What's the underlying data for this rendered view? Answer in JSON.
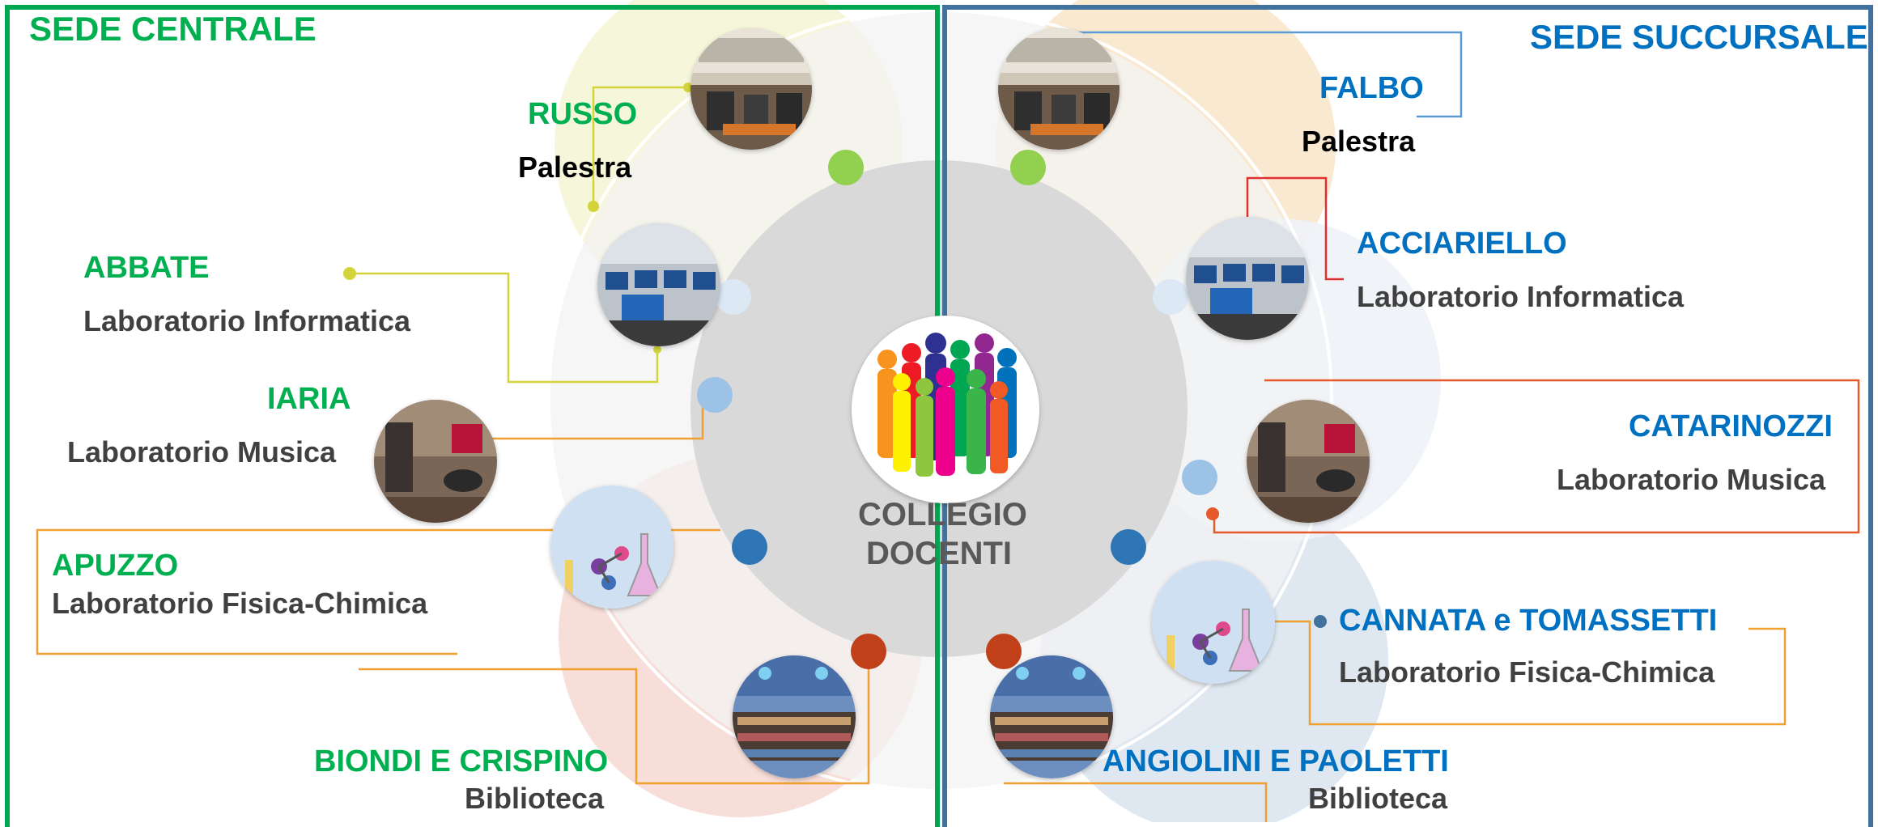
{
  "colors": {
    "green": "#00b050",
    "blue": "#0070c0",
    "left_frame": "#00a651",
    "right_frame": "#41719c",
    "yellow_line": "#d4d43a",
    "orange_line": "#f0a030",
    "red_line": "#e03030",
    "orange_red_line": "#e55a2b",
    "steel_line": "#5b9bd5",
    "center_disc": "#d9d9d9"
  },
  "left": {
    "title": "SEDE CENTRALE",
    "labels": [
      {
        "name": "RUSSO",
        "room": "Palestra",
        "photo": "gym-photo"
      },
      {
        "name": "ABBATE",
        "room": "Laboratorio Informatica",
        "photo": "computer-lab-photo"
      },
      {
        "name": "IARIA",
        "room": "Laboratorio Musica",
        "photo": "music-room-photo"
      },
      {
        "name": "APUZZO",
        "room": "Laboratorio Fisica-Chimica",
        "photo": "chemistry-lab-photo"
      },
      {
        "name": "BIONDI E CRISPINO",
        "room": "Biblioteca",
        "photo": "library-photo"
      }
    ]
  },
  "right": {
    "title": "SEDE SUCCURSALE",
    "labels": [
      {
        "name": "FALBO",
        "room": "Palestra",
        "photo": "gym-photo"
      },
      {
        "name": "ACCIARIELLO",
        "room": "Laboratorio Informatica",
        "photo": "computer-lab-photo"
      },
      {
        "name": "CATARINOZZI",
        "room": "Laboratorio Musica",
        "photo": "music-room-photo"
      },
      {
        "name": "CANNATA e TOMASSETTI",
        "room": "Laboratorio Fisica-Chimica",
        "photo": "chemistry-lab-photo"
      },
      {
        "name": "ANGIOLINI E PAOLETTI",
        "room": "Biblioteca",
        "photo": "library-photo"
      }
    ]
  },
  "center": {
    "line1": "COLLEGIO",
    "line2": "DOCENTI",
    "icon": "people-group-icon"
  }
}
